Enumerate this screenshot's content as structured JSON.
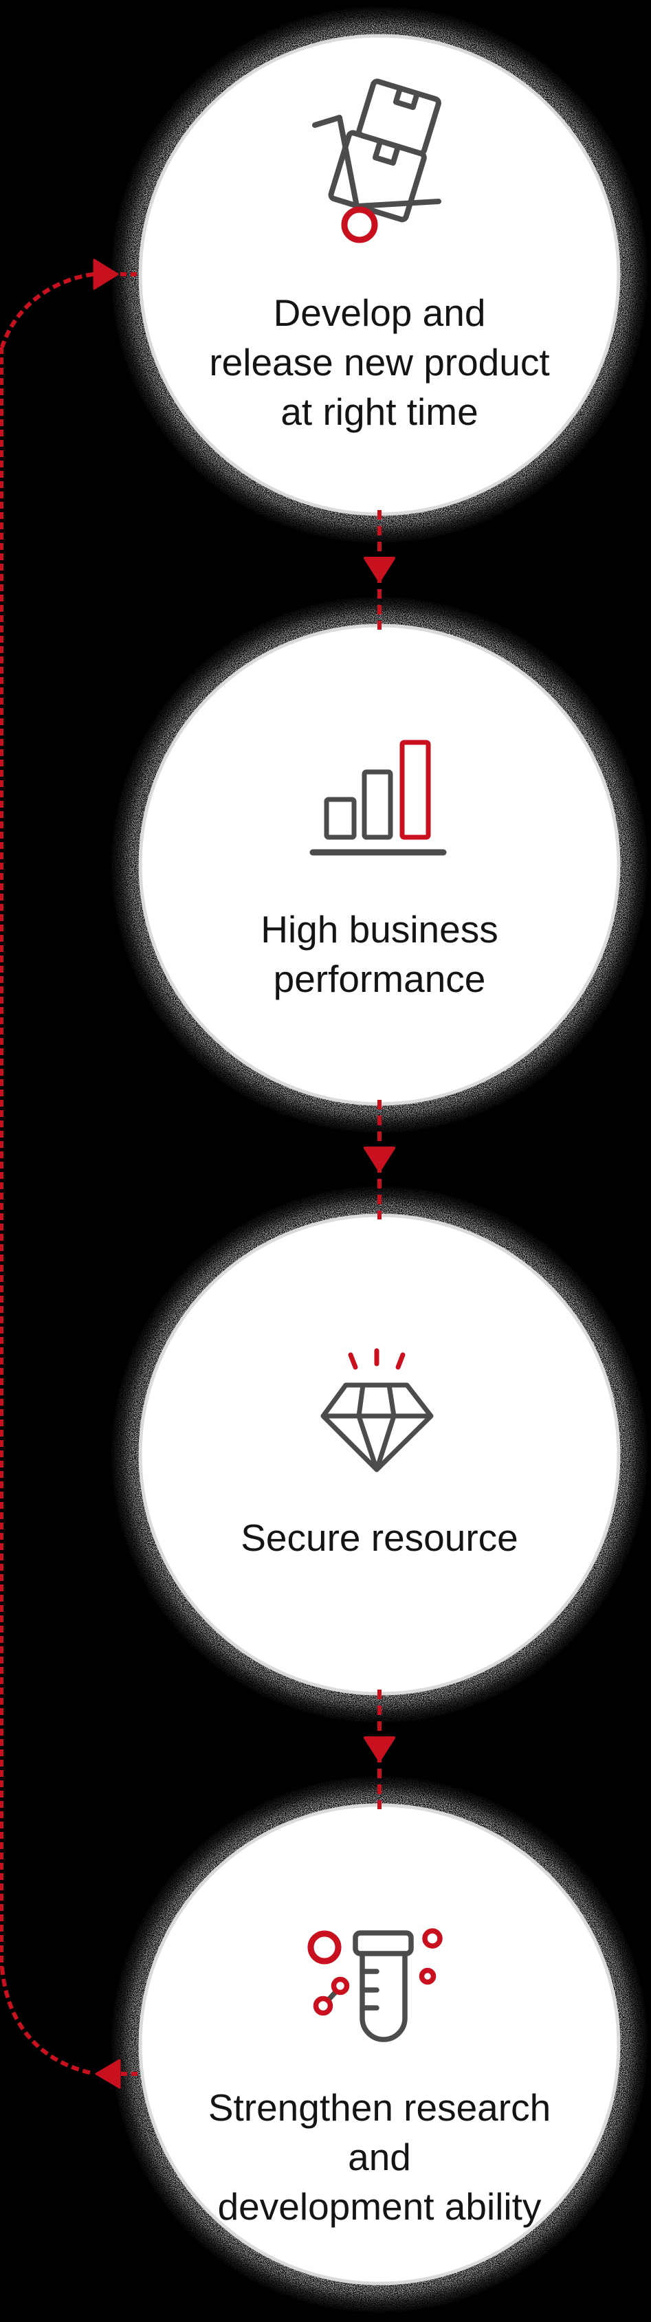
{
  "diagram": {
    "background_color": "#000000",
    "node_fill_color": "#ffffff",
    "node_rim_color": "#dadada",
    "accent_red": "#c9101e",
    "icon_gray": "#4c4c4c",
    "label_color": "#141414",
    "steps": [
      {
        "label": "Develop and\nrelease new product\nat right time",
        "icon": "hand-truck-boxes-icon"
      },
      {
        "label": "High business\nperformance",
        "icon": "bar-chart-icon"
      },
      {
        "label": "Secure resource",
        "icon": "diamond-icon"
      },
      {
        "label": "Strengthen research and\ndevelopment ability",
        "icon": "test-tube-icon"
      }
    ],
    "connectors": [
      {
        "from": 1,
        "to": 2,
        "style": "red-dashed-arrow-down"
      },
      {
        "from": 2,
        "to": 3,
        "style": "red-dashed-arrow-down"
      },
      {
        "from": 3,
        "to": 4,
        "style": "red-dashed-arrow-down"
      },
      {
        "from": 4,
        "to": 1,
        "style": "red-dashed-feedback-loop-left"
      }
    ]
  }
}
